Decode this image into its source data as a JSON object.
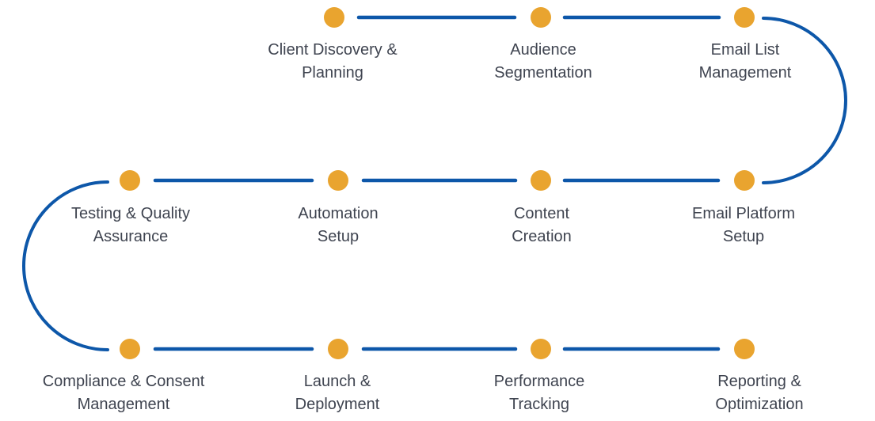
{
  "diagram": {
    "type": "process-timeline",
    "colors": {
      "node": "#E9A42F",
      "connector": "#0D57A9",
      "label_text": "#3F4450",
      "background": "#FFFFFF"
    },
    "steps": [
      {
        "label": "Client Discovery &\nPlanning"
      },
      {
        "label": "Audience\nSegmentation"
      },
      {
        "label": "Email List\nManagement"
      },
      {
        "label": "Email Platform\nSetup"
      },
      {
        "label": "Content\nCreation"
      },
      {
        "label": "Automation\nSetup"
      },
      {
        "label": "Testing & Quality\nAssurance"
      },
      {
        "label": "Compliance & Consent\nManagement"
      },
      {
        "label": "Launch &\nDeployment"
      },
      {
        "label": "Performance\nTracking"
      },
      {
        "label": "Reporting &\nOptimization"
      }
    ]
  }
}
